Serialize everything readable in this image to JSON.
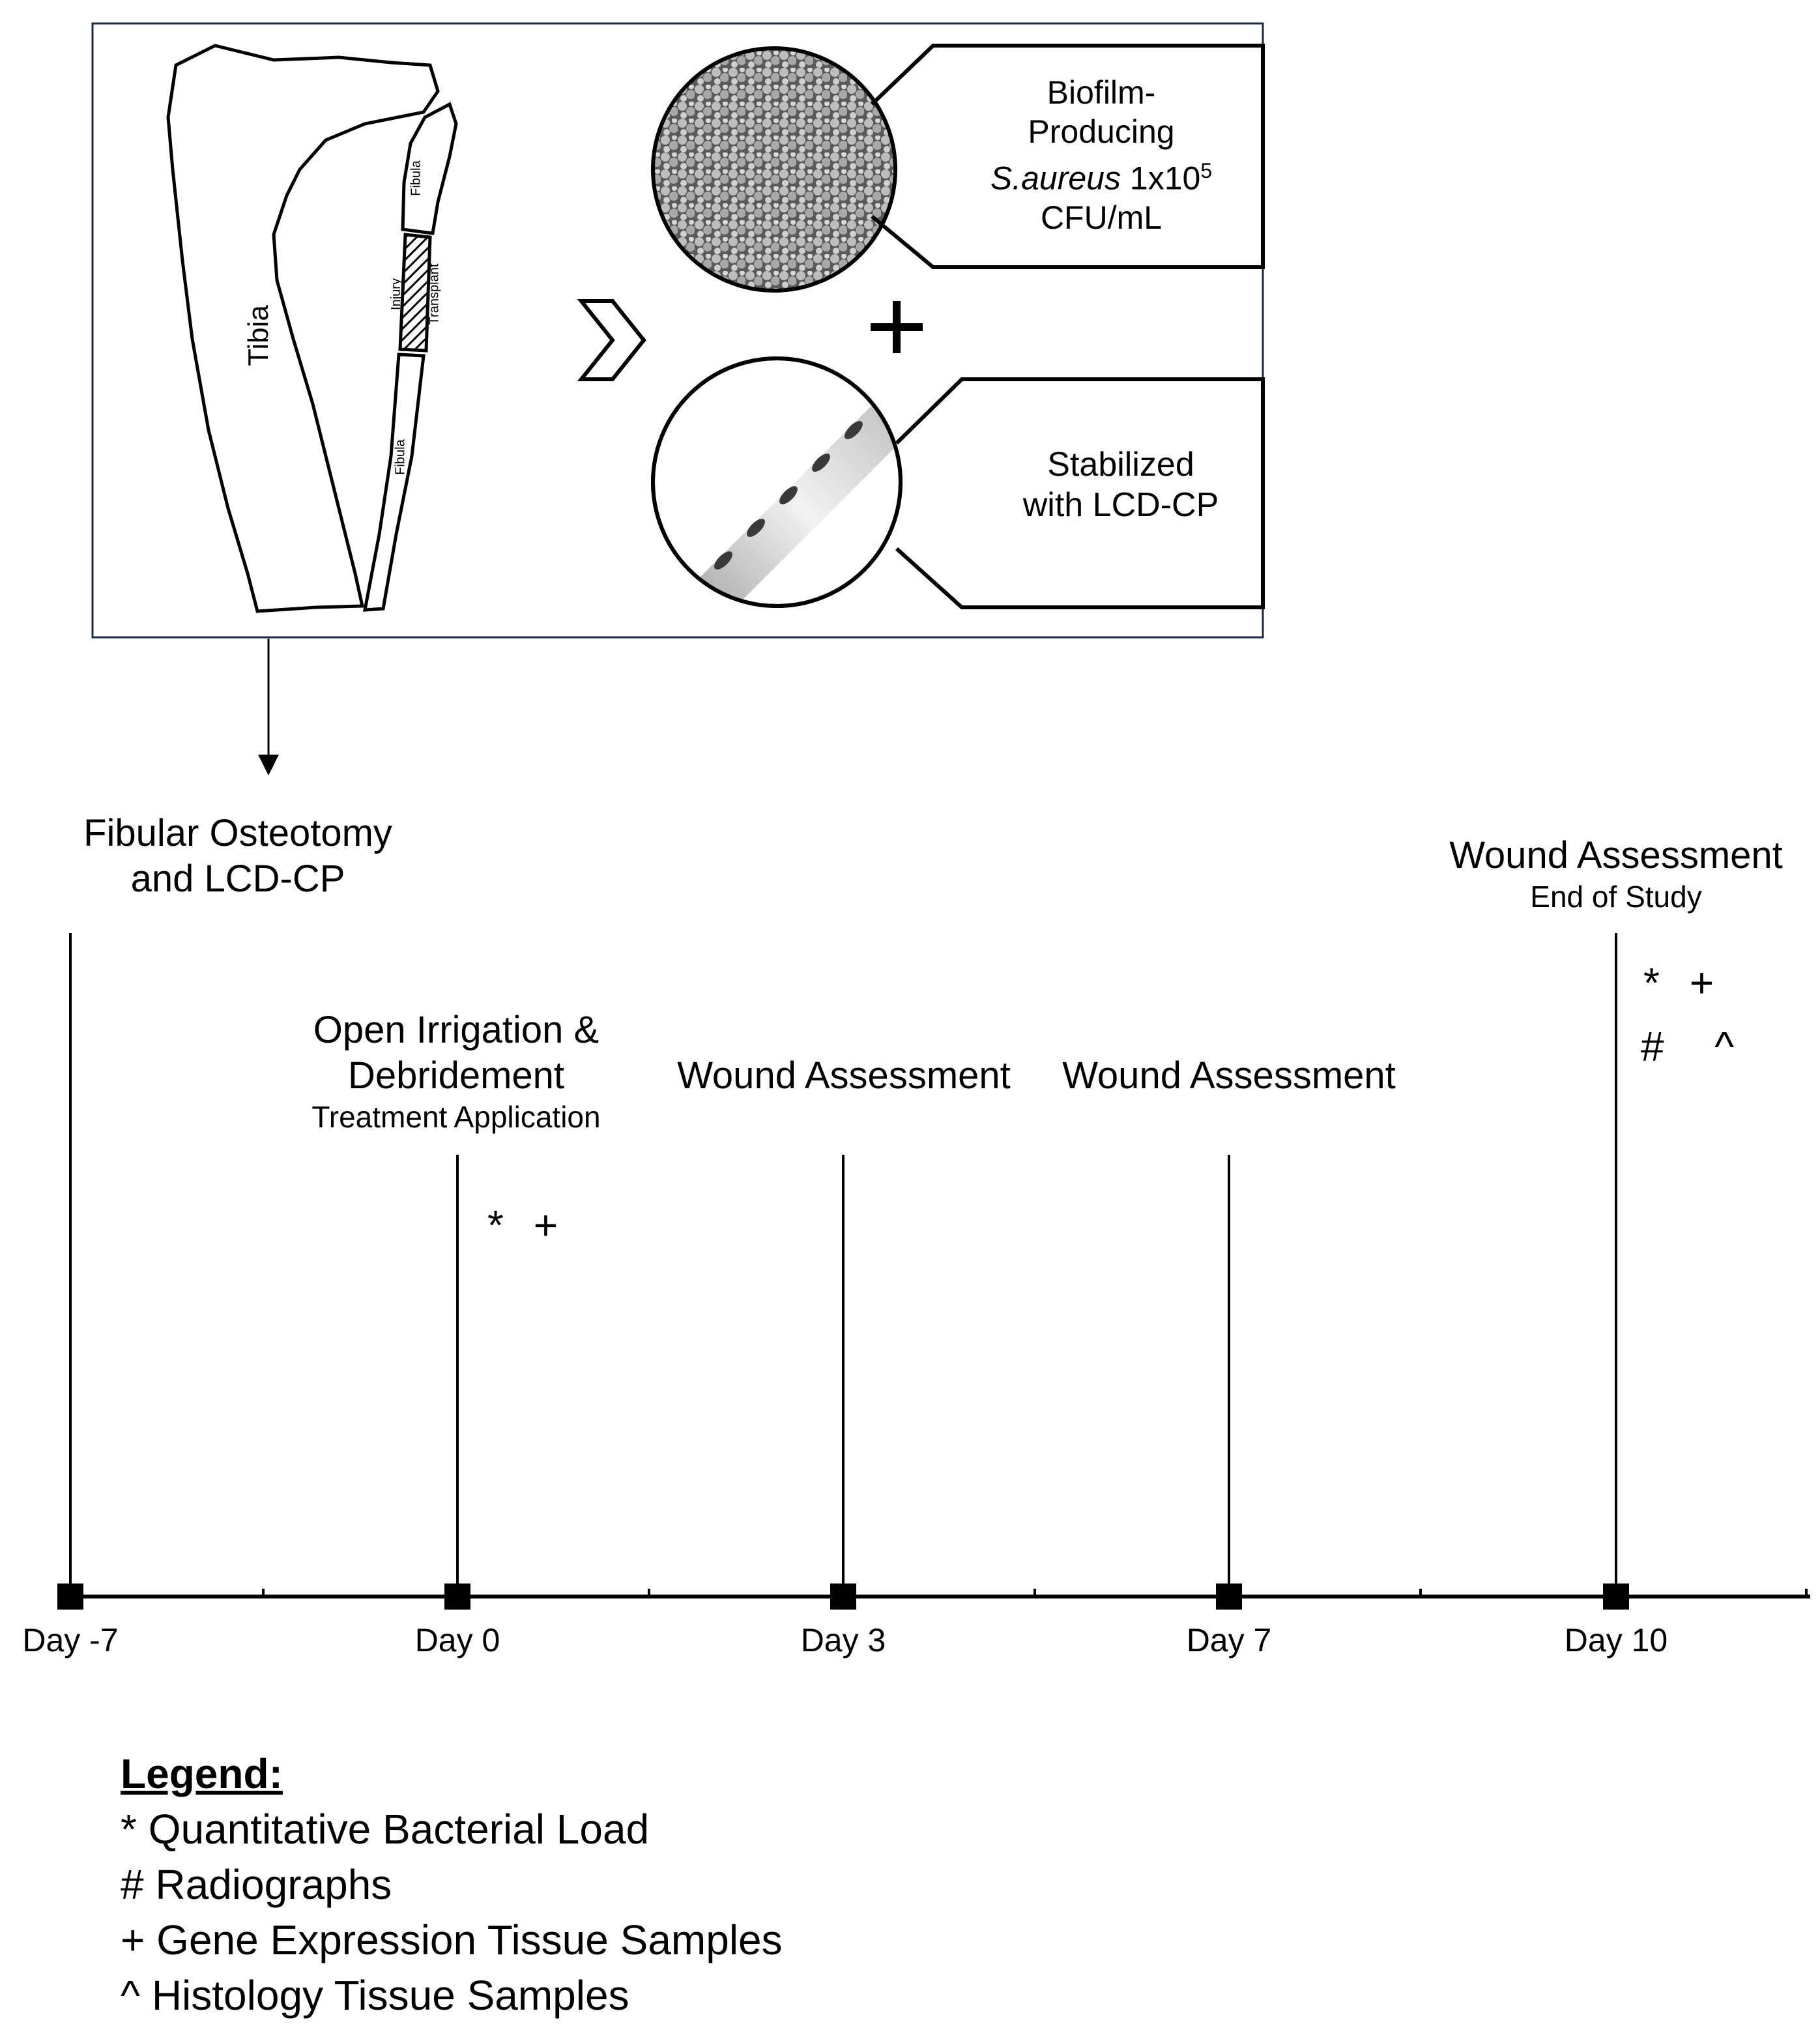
{
  "panel": {
    "tibia_label": "Tibia",
    "fibula_upper_label": "Fibula",
    "injury_label": "Injury",
    "transplant_label": "Transplant",
    "fibula_lower_label": "Fibula",
    "biofilm": {
      "line1": "Biofilm-",
      "line2": "Producing",
      "organism": "S.aureus",
      "conc": "1x10",
      "exponent": "5",
      "unit": "CFU/mL"
    },
    "plus": "+",
    "plate": {
      "line1": "Stabilized",
      "line2": "with LCD-CP"
    }
  },
  "timeline": {
    "events": [
      {
        "line1": "Fibular Osteotomy",
        "line2": "and LCD-CP",
        "sub": "",
        "symbols1": "",
        "symbols2": ""
      },
      {
        "line1": "Open Irrigation &",
        "line2": "Debridement",
        "sub": "Treatment Application",
        "symbols1": "* +",
        "symbols2": ""
      },
      {
        "line1": "Wound Assessment",
        "line2": "",
        "sub": "",
        "symbols1": "",
        "symbols2": ""
      },
      {
        "line1": "Wound Assessment",
        "line2": "",
        "sub": "",
        "symbols1": "",
        "symbols2": ""
      },
      {
        "line1": "Wound Assessment",
        "line2": "",
        "sub": "End of Study",
        "symbols1": "* +",
        "symbols2": "#  ^"
      }
    ],
    "day_labels": [
      "Day -7",
      "Day 0",
      "Day 3",
      "Day 7",
      "Day 10"
    ]
  },
  "legend": {
    "title": "Legend:",
    "items": [
      "* Quantitative Bacterial Load",
      "# Radiographs",
      "+ Gene Expression Tissue Samples",
      "^ Histology Tissue Samples"
    ]
  }
}
